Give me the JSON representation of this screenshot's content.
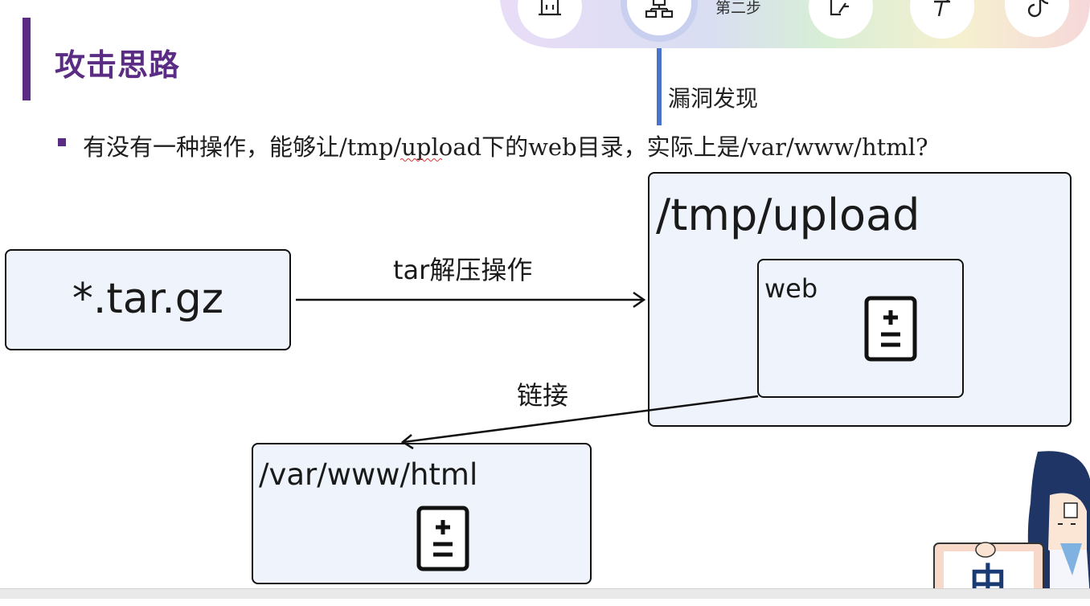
{
  "slide": {
    "title": "攻击思路",
    "bullet": "有没有一种操作，能够让/tmp/upload下的web目录，实际上是/var/www/html?"
  },
  "progress_nav": {
    "current_step_label": "第二步",
    "annotation": "漏洞发现",
    "steps": [
      {
        "icon": "building-icon"
      },
      {
        "icon": "hierarchy-icon"
      },
      {
        "icon": "edit-icon"
      },
      {
        "icon": "tool-icon"
      },
      {
        "icon": "tiktok-icon"
      }
    ]
  },
  "diagram": {
    "archive_label": "*.tar.gz",
    "extract_label": "tar解压操作",
    "upload_dir_label": "/tmp/upload",
    "web_dir_label": "web",
    "link_label": "链接",
    "target_dir_label": "/var/www/html"
  },
  "mascot": {
    "sign_text": "中"
  },
  "colors": {
    "accent": "#5b2c83",
    "box_fill": "#eef3fc",
    "link_line": "#4a74c9"
  }
}
